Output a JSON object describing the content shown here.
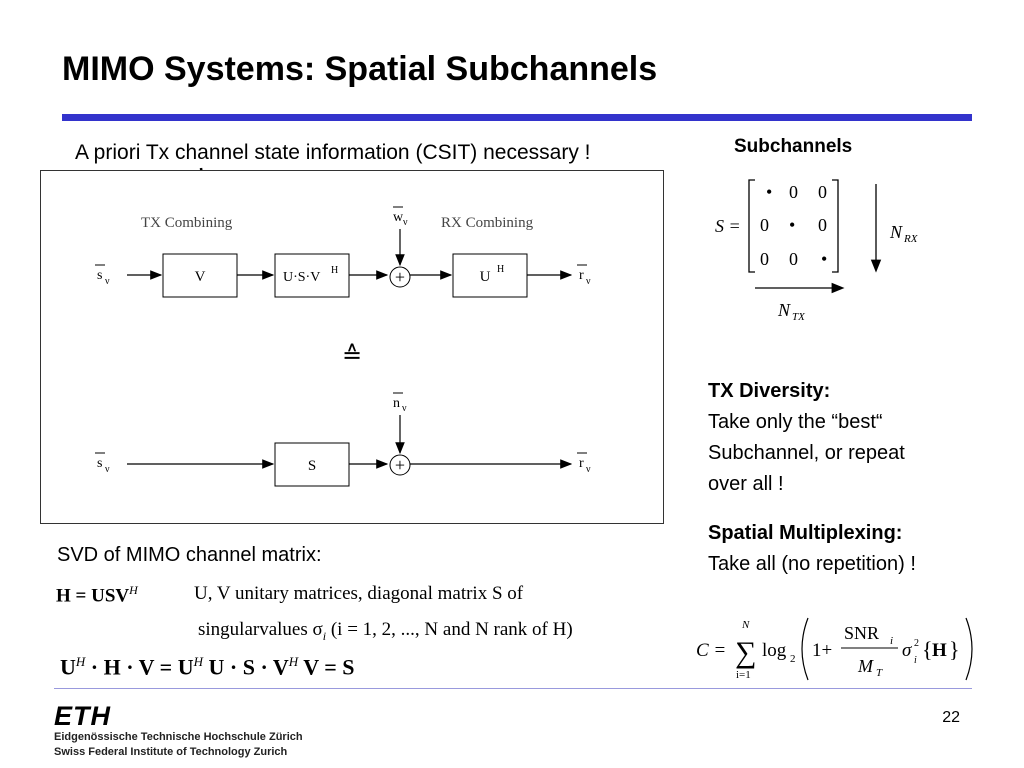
{
  "colors": {
    "accent": "#3333cc",
    "foot_rule": "#9999dd"
  },
  "title": "MIMO Systems: Spatial Subchannels",
  "csit_note": "A priori Tx channel state information (CSIT) necessary !",
  "subchannels_label": "Subchannels",
  "diagram": {
    "tx_combining": "TX Combining",
    "rx_combining": "RX Combining",
    "box_v": "V",
    "box_usvh": "U·S·V",
    "box_usvh_sup": "H",
    "box_uh": "U",
    "box_uh_sup": "H",
    "box_s": "S",
    "in_top": "s",
    "in_top_sub": "ν",
    "out_top": "r",
    "out_top_sub": "ν",
    "noise_top": "w",
    "noise_top_sub": "ν",
    "noise_bottom": "n",
    "noise_bottom_sub": "ν",
    "in_bottom": "s",
    "in_bottom_sub": "ν",
    "out_bottom": "r",
    "out_bottom_sub": "ν",
    "equivalence": "≙",
    "plus": "+"
  },
  "matrix": {
    "lhs": "S =",
    "rows": [
      [
        "•",
        "0",
        "0"
      ],
      [
        "0",
        "•",
        "0"
      ],
      [
        "0",
        "0",
        "•"
      ]
    ],
    "n_rx": "N",
    "n_rx_sub": "RX",
    "n_tx": "N",
    "n_tx_sub": "TX"
  },
  "tx_diversity": {
    "heading": "TX Diversity:",
    "lines": [
      "Take only the “best“",
      "Subchannel, or repeat",
      "over all !"
    ]
  },
  "spatial_mux": {
    "heading": "Spatial Multiplexing:",
    "line": "Take all (no repetition) !"
  },
  "svd": {
    "label": "SVD of MIMO channel matrix:",
    "eq1": "H = USV",
    "eq1_sup": "H",
    "desc1": "U, V unitary matrices, diagonal matrix S of",
    "desc2": "singularvalues σ",
    "desc2_sub": "i",
    "desc2_rest": " (i = 1, 2, ..., N and N rank of H)",
    "eq2": "U^H · H · V = U^H U · S · V^H V = S"
  },
  "capacity": {
    "lhs": "C =",
    "sum_top": "N",
    "sum_bottom": "i=1",
    "log": "log",
    "log_sub": "2",
    "one_plus": "1+",
    "num": "SNR",
    "num_sub": "i",
    "den": "M",
    "den_sub": "T",
    "sigma": "σ",
    "sigma_sup": "2",
    "sigma_sub": "i",
    "h": "H"
  },
  "footer": {
    "logo": "ETH",
    "line1": "Eidgenössische Technische Hochschule Zürich",
    "line2": "Swiss Federal Institute of Technology Zurich",
    "page": "22"
  }
}
